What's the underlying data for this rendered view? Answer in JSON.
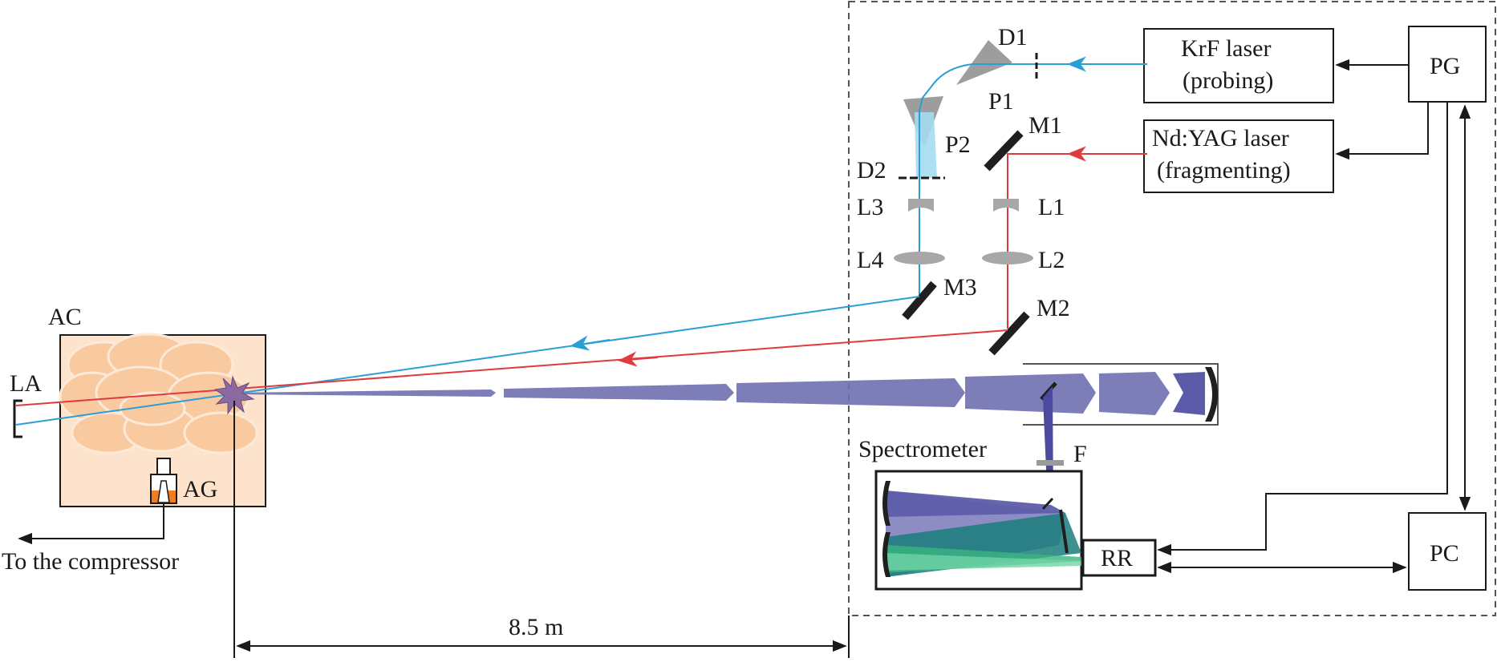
{
  "labels": {
    "krf_line1": "KrF laser",
    "krf_line2": "(probing)",
    "ndyag_line1": "Nd:YAG laser",
    "ndyag_line2": "(fragmenting)",
    "pg": "PG",
    "pc": "PC",
    "rr": "RR",
    "d1": "D1",
    "d2": "D2",
    "p1": "P1",
    "p2": "P2",
    "m1": "M1",
    "m2": "M2",
    "m3": "M3",
    "l1": "L1",
    "l2": "L2",
    "l3": "L3",
    "l4": "L4",
    "f": "F",
    "spectrometer": "Spectrometer",
    "ac": "AC",
    "la": "LA",
    "ag": "AG",
    "compressor": "To the compressor",
    "distance": "8.5 m"
  },
  "colors": {
    "probe_beam": "#2a9fd6",
    "fragment_beam": "#e03a3e",
    "return_beam": "#6f6fb0",
    "chamber_fill": "#fde3cc",
    "cloud_fill": "#f9c9a0",
    "prism_fill": "#8c8c8c",
    "lens_fill": "#a7a7a7",
    "mirror_fill": "#1f1f1f"
  }
}
